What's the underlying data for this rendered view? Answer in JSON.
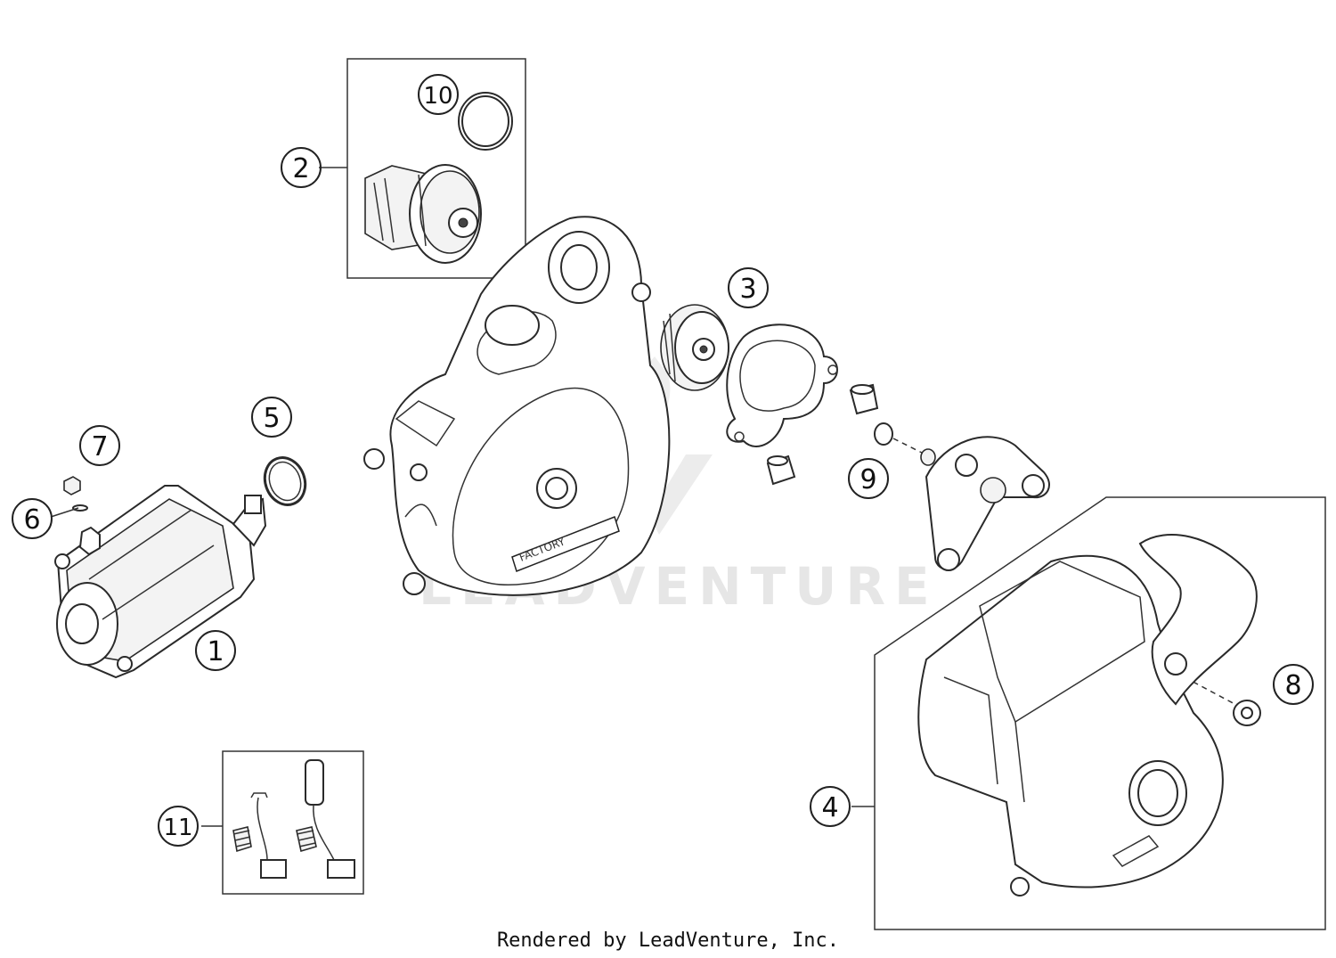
{
  "callouts": {
    "c1": "1",
    "c2": "2",
    "c3": "3",
    "c4": "4",
    "c5": "5",
    "c6": "6",
    "c7": "7",
    "c8": "8",
    "c9": "9",
    "c10": "10",
    "c11": "11"
  },
  "watermark": "LEADVENTURE",
  "cover_label": "FACTORY",
  "footer": "Rendered by LeadVenture, Inc."
}
